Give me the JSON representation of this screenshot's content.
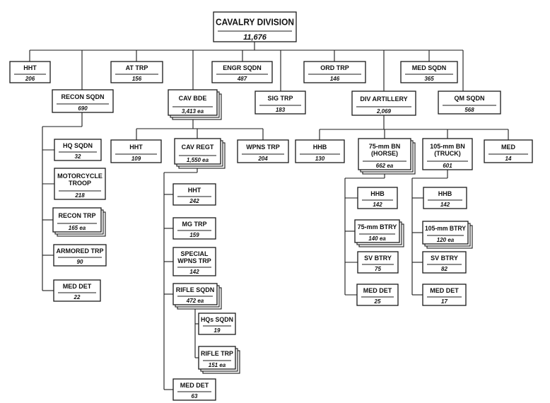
{
  "units": {
    "div": {
      "label": [
        "CAVALRY DIVISION"
      ],
      "count": "11,676"
    },
    "hht": {
      "label": [
        "HHT"
      ],
      "count": "206"
    },
    "at": {
      "label": [
        "AT TRP"
      ],
      "count": "156"
    },
    "engr": {
      "label": [
        "ENGR SQDN"
      ],
      "count": "487"
    },
    "ord": {
      "label": [
        "ORD TRP"
      ],
      "count": "146"
    },
    "med": {
      "label": [
        "MED SQDN"
      ],
      "count": "365"
    },
    "recon": {
      "label": [
        "RECON SQDN"
      ],
      "count": "690"
    },
    "cavbde": {
      "label": [
        "CAV BDE"
      ],
      "count": "3,413 ea"
    },
    "sig": {
      "label": [
        "SIG TRP"
      ],
      "count": "183"
    },
    "divart": {
      "label": [
        "DIV ARTILLERY"
      ],
      "count": "2,069"
    },
    "qm": {
      "label": [
        "QM SQDN"
      ],
      "count": "568"
    },
    "rhq": {
      "label": [
        "HQ SQDN"
      ],
      "count": "32"
    },
    "moto": {
      "label": [
        "MOTORCYCLE",
        "TROOP"
      ],
      "count": "218"
    },
    "rtrp": {
      "label": [
        "RECON TRP"
      ],
      "count": "165 ea"
    },
    "armd": {
      "label": [
        "ARMORED TRP"
      ],
      "count": "90"
    },
    "rmed": {
      "label": [
        "MED DET"
      ],
      "count": "22"
    },
    "bhht": {
      "label": [
        "HHT"
      ],
      "count": "109"
    },
    "regt": {
      "label": [
        "CAV REGT"
      ],
      "count": "1,550 ea"
    },
    "wpns": {
      "label": [
        "WPNS TRP"
      ],
      "count": "204"
    },
    "gHHT": {
      "label": [
        "HHT"
      ],
      "count": "242"
    },
    "mg": {
      "label": [
        "MG TRP"
      ],
      "count": "159"
    },
    "spec": {
      "label": [
        "SPECIAL",
        "WPNS TRP"
      ],
      "count": "142"
    },
    "rifsq": {
      "label": [
        "RIFLE SQDN"
      ],
      "count": "472 ea"
    },
    "hqs": {
      "label": [
        "HQs SQDN"
      ],
      "count": "19"
    },
    "riftrp": {
      "label": [
        "RIFLE TRP"
      ],
      "count": "151 ea"
    },
    "gmed": {
      "label": [
        "MED DET"
      ],
      "count": "63"
    },
    "ahhb": {
      "label": [
        "HHB"
      ],
      "count": "130"
    },
    "bn75": {
      "label": [
        "75-mm BN",
        "(HORSE)"
      ],
      "count": "662 ea"
    },
    "bn105": {
      "label": [
        "105-mm BN",
        "(TRUCK)"
      ],
      "count": "601"
    },
    "amed": {
      "label": [
        "MED"
      ],
      "count": "14"
    },
    "h75hhb": {
      "label": [
        "HHB"
      ],
      "count": "142"
    },
    "h75bt": {
      "label": [
        "75-mm BTRY"
      ],
      "count": "140 ea"
    },
    "h75sv": {
      "label": [
        "SV BTRY"
      ],
      "count": "75"
    },
    "h75med": {
      "label": [
        "MED DET"
      ],
      "count": "25"
    },
    "t105hhb": {
      "label": [
        "HHB"
      ],
      "count": "142"
    },
    "t105bt": {
      "label": [
        "105-mm BTRY"
      ],
      "count": "120 ea"
    },
    "t105sv": {
      "label": [
        "SV BTRY"
      ],
      "count": "82"
    },
    "t105med": {
      "label": [
        "MED DET"
      ],
      "count": "17"
    }
  }
}
